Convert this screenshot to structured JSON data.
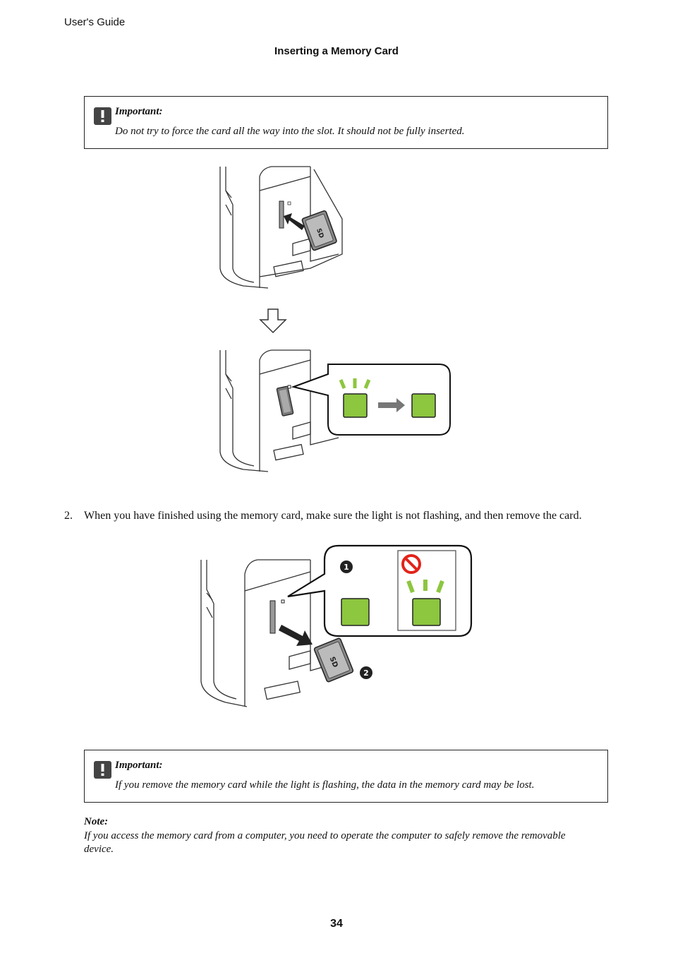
{
  "header": {
    "guide_title": "User's Guide",
    "section_title": "Inserting a Memory Card"
  },
  "important_1": {
    "title": "Important:",
    "text": "Do not try to force the card all the way into the slot. It should not be fully inserted."
  },
  "step_2": {
    "number": "2.",
    "text": "When you have finished using the memory card, make sure the light is not flashing, and then remove the card."
  },
  "important_2": {
    "title": "Important:",
    "text": "If you remove the memory card while the light is flashing, the data in the memory card may be lost."
  },
  "note": {
    "title": "Note:",
    "text": "If you access the memory card from a computer, you need to operate the computer to safely remove the removable device."
  },
  "callout_numbers": [
    "1",
    "2"
  ],
  "colors": {
    "light_green": "#8dc63f",
    "flash_green": "#8dc63f",
    "prohibit_red": "#e2231a"
  },
  "footer": {
    "page_number": "34"
  }
}
